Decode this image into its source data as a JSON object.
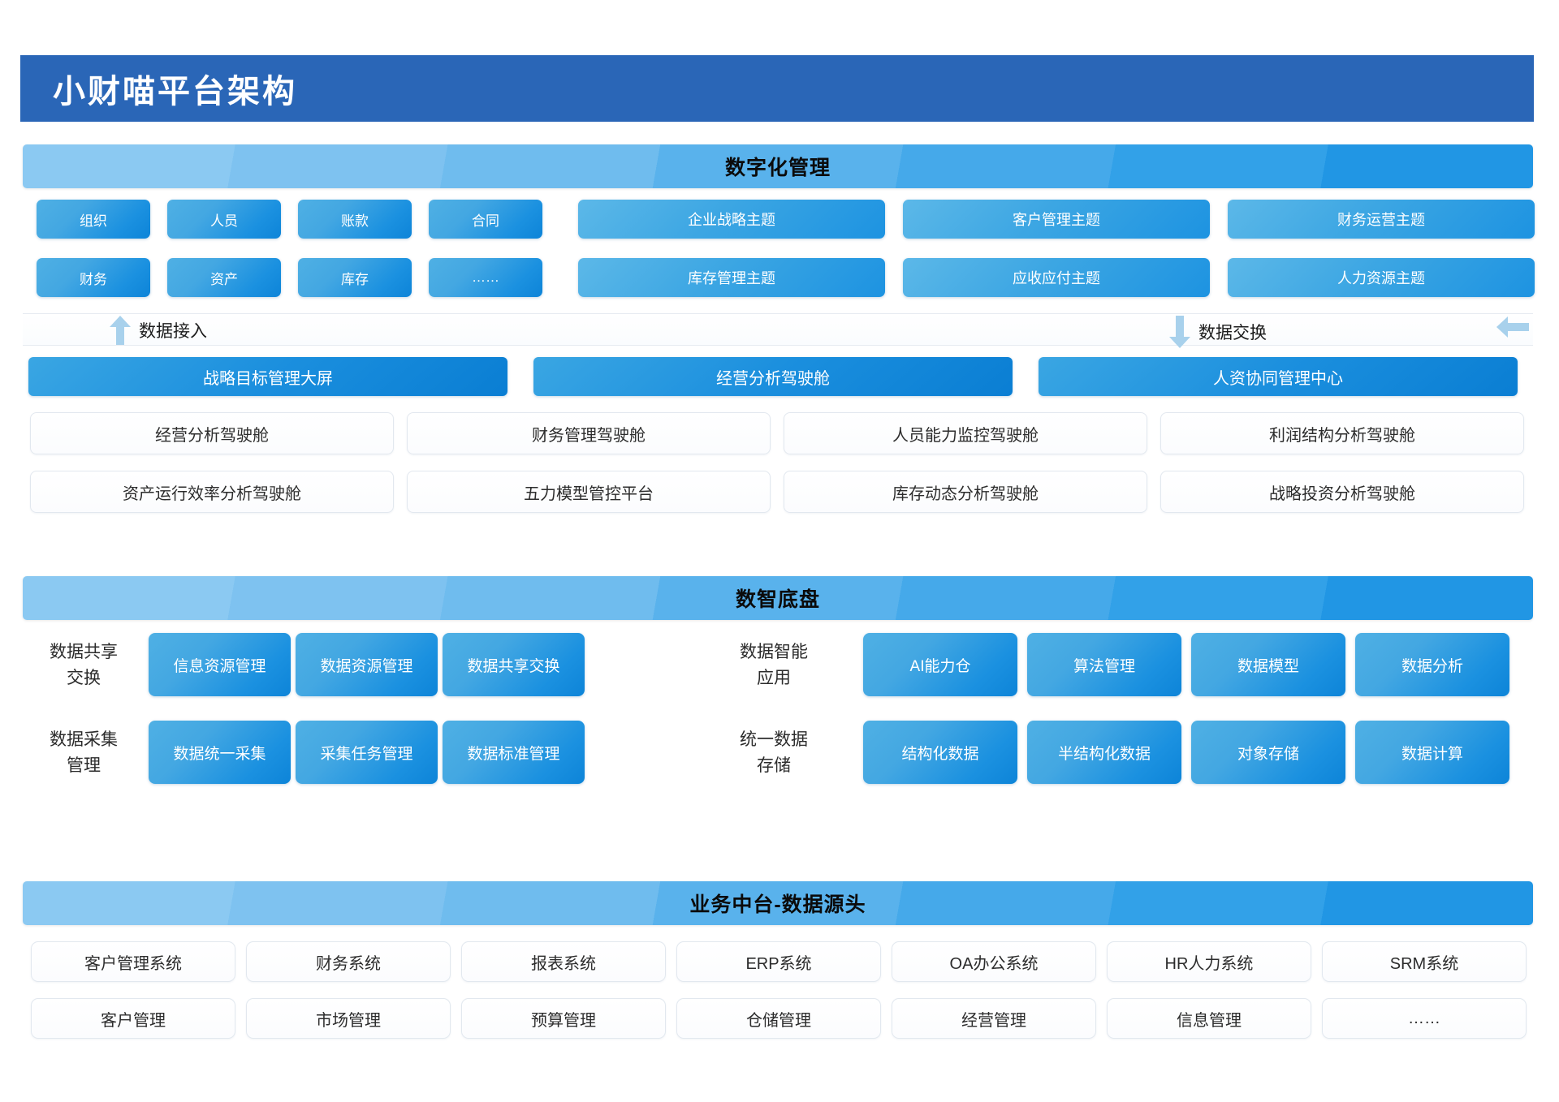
{
  "title": "小财喵平台架构",
  "sections": {
    "digital_mgmt": {
      "band_title": "数字化管理",
      "entity_tags_row1": [
        "组织",
        "人员",
        "账款",
        "合同"
      ],
      "entity_tags_row2": [
        "财务",
        "资产",
        "库存",
        "……"
      ],
      "themes_row1": [
        "企业战略主题",
        "客户管理主题",
        "财务运营主题"
      ],
      "themes_row2": [
        "库存管理主题",
        "应收应付主题",
        "人力资源主题"
      ],
      "flow_left_label": "数据接入",
      "flow_right_label": "数据交换",
      "big_bars": [
        "战略目标管理大屏",
        "经营分析驾驶舱",
        "人资协同管理中心"
      ],
      "cards_row1": [
        "经营分析驾驶舱",
        "财务管理驾驶舱",
        "人员能力监控驾驶舱",
        "利润结构分析驾驶舱"
      ],
      "cards_row2": [
        "资产运行效率分析驾驶舱",
        "五力模型管控平台",
        "库存动态分析驾驶舱",
        "战略投资分析驾驶舱"
      ]
    },
    "data_chassis": {
      "band_title": "数智底盘",
      "groups": [
        {
          "label_line1": "数据共享",
          "label_line2": "交换",
          "items": [
            "信息资源管理",
            "数据资源管理",
            "数据共享交换"
          ]
        },
        {
          "label_line1": "数据采集",
          "label_line2": "管理",
          "items": [
            "数据统一采集",
            "采集任务管理",
            "数据标准管理"
          ]
        },
        {
          "label_line1": "数据智能",
          "label_line2": "应用",
          "items": [
            "AI能力仓",
            "算法管理",
            "数据模型",
            "数据分析"
          ]
        },
        {
          "label_line1": "统一数据",
          "label_line2": "存储",
          "items": [
            "结构化数据",
            "半结构化数据",
            "对象存储",
            "数据计算"
          ]
        }
      ]
    },
    "business_mid": {
      "band_title": "业务中台-数据源头",
      "cards_row1": [
        "客户管理系统",
        "财务系统",
        "报表系统",
        "ERP系统",
        "OA办公系统",
        "HR人力系统",
        "SRM系统"
      ],
      "cards_row2": [
        "客户管理",
        "市场管理",
        "预算管理",
        "仓储管理",
        "经营管理",
        "信息管理",
        "……"
      ]
    }
  },
  "icons": {
    "arrow_up": "arrow-up-icon",
    "arrow_down": "arrow-down-icon",
    "arrow_left": "arrow-left-icon"
  },
  "colors": {
    "title_bar": "#2a66b7",
    "band_start": "#8bc9f2",
    "band_end": "#2196e4",
    "chip_blue": "#1b91e0",
    "arrow": "#a8d1ec"
  }
}
